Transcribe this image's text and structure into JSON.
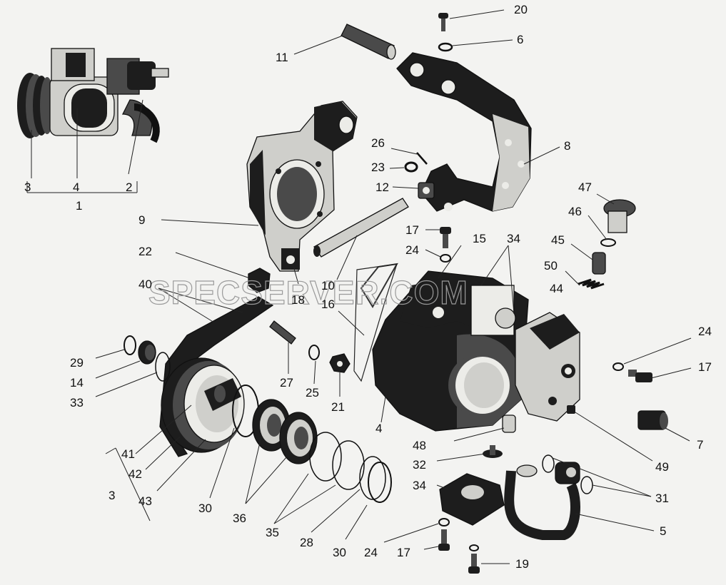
{
  "diagram": {
    "callouts": {
      "c20": "20",
      "c6": "6",
      "c11": "11",
      "c8": "8",
      "c26": "26",
      "c23": "23",
      "c12": "12",
      "c9": "9",
      "c47": "47",
      "c46": "46",
      "c45": "45",
      "c50": "50",
      "c44": "44",
      "c17a": "17",
      "c15": "15",
      "c34a": "34",
      "c24a": "24",
      "c22": "22",
      "c40": "40",
      "c10": "10",
      "c18": "18",
      "c16": "16",
      "c24b": "24",
      "c17b": "17",
      "c29": "29",
      "c14": "14",
      "c33": "33",
      "c27": "27",
      "c25": "25",
      "c21": "21",
      "c4": "4",
      "c48": "48",
      "c32": "32",
      "c34b": "34",
      "c7": "7",
      "c49": "49",
      "c31": "31",
      "c5": "5",
      "c41": "41",
      "c42": "42",
      "c43": "43",
      "c3": "3",
      "c30a": "30",
      "c36": "36",
      "c35": "35",
      "c28": "28",
      "c30b": "30",
      "c24c": "24",
      "c17c": "17",
      "c19": "19",
      "inset3": "3",
      "inset4": "4",
      "inset2": "2",
      "inset1": "1"
    },
    "watermark": "SPECSERVER.COM"
  }
}
